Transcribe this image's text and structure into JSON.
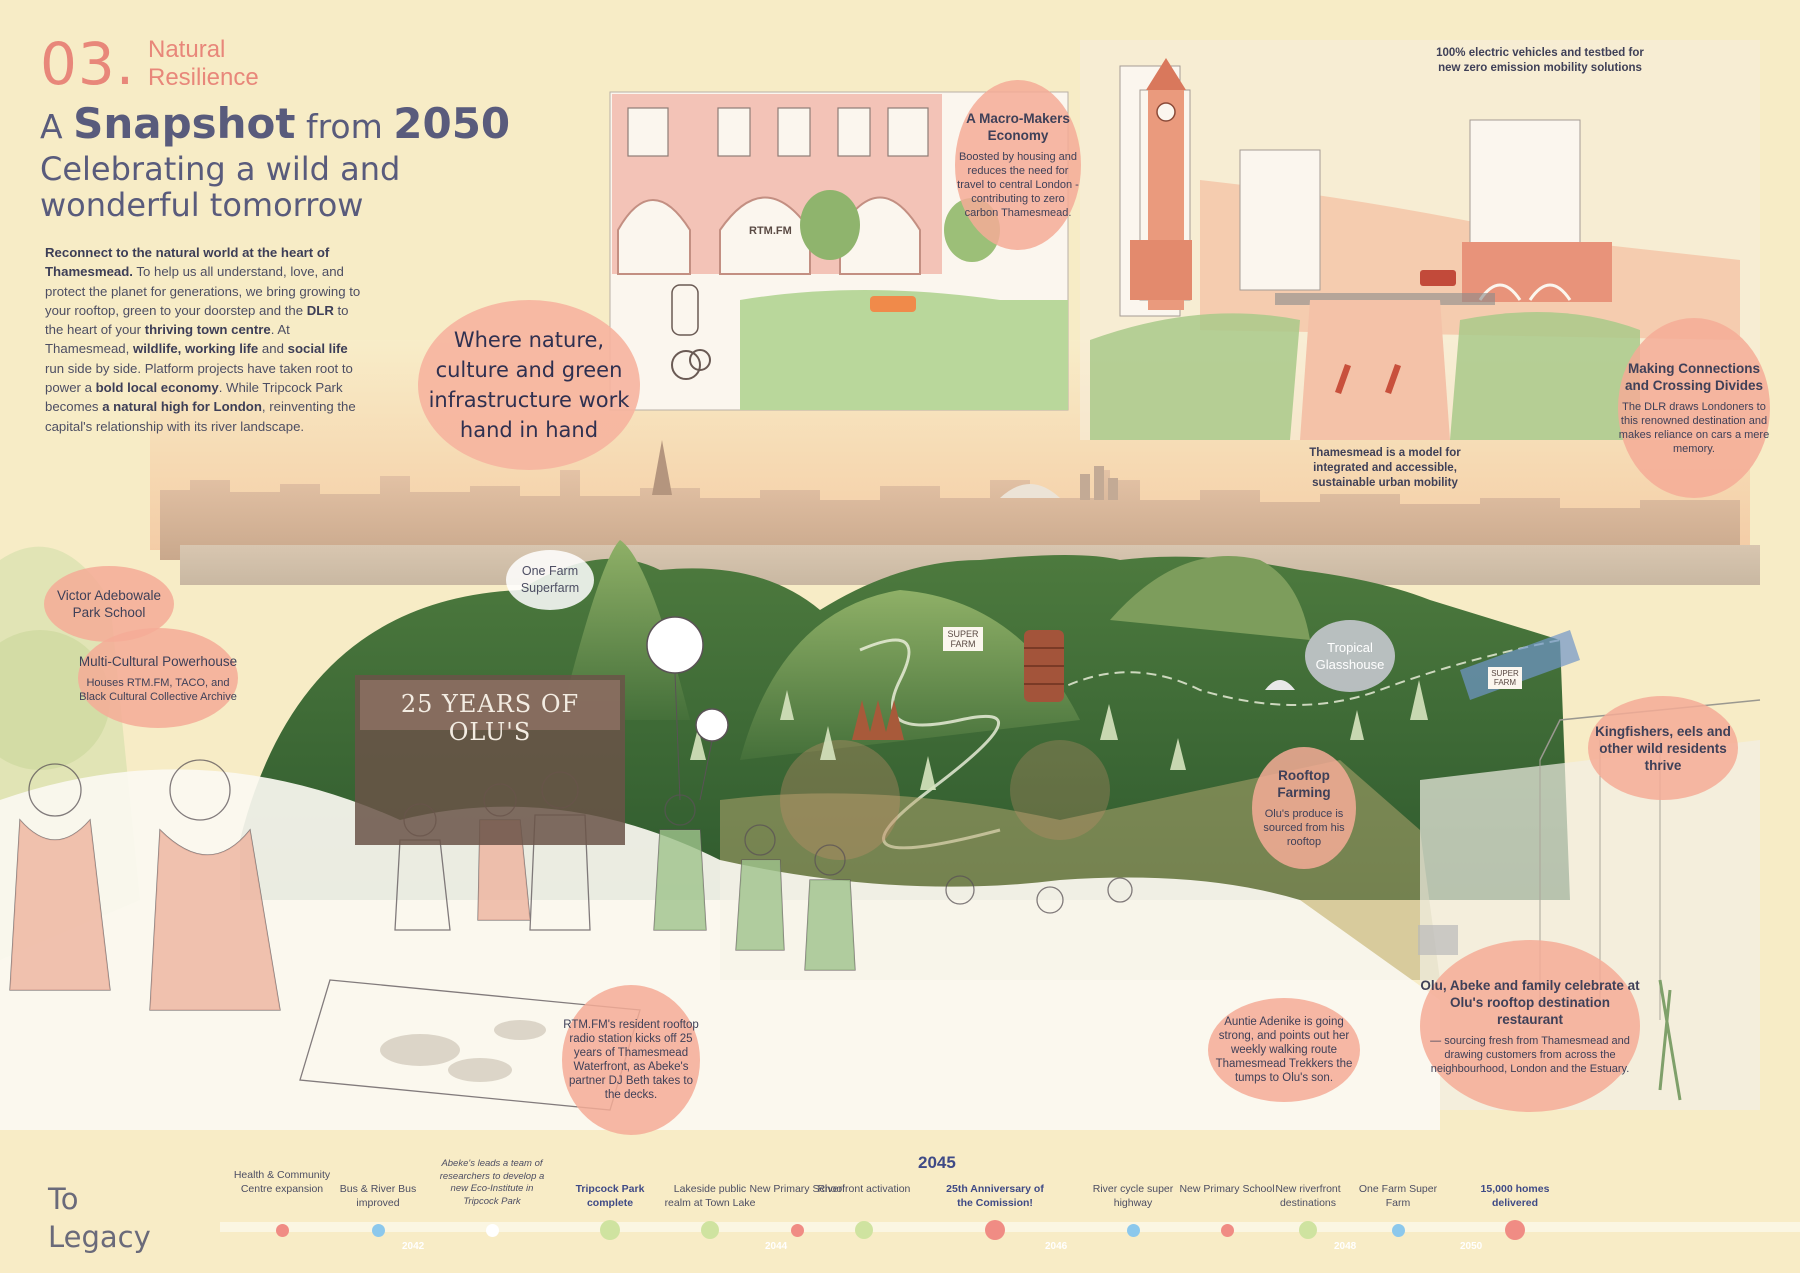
{
  "section": {
    "number": "03.",
    "title": "Natural Resilience"
  },
  "headline": {
    "part_a": "A ",
    "part_b": "Snapshot",
    "part_c": " from ",
    "part_d": "2050",
    "line2": "Celebrating a wild and",
    "line3": "wonderful tomorrow"
  },
  "intro": [
    {
      "t": "Reconnect to the natural world at the heart of Thamesmead.",
      "b": true
    },
    {
      "t": " To help us all understand, love, and protect the planet for generations, we bring growing to your rooftop, green to your doorstep and the ",
      "b": false
    },
    {
      "t": "DLR",
      "b": true
    },
    {
      "t": " to the heart of your ",
      "b": false
    },
    {
      "t": "thriving town centre",
      "b": true
    },
    {
      "t": ". At Thamesmead, ",
      "b": false
    },
    {
      "t": "wildlife, working life",
      "b": true
    },
    {
      "t": " and ",
      "b": false
    },
    {
      "t": "social life",
      "b": true
    },
    {
      "t": " run side by side. Platform projects have taken root to power a ",
      "b": false
    },
    {
      "t": "bold local economy",
      "b": true
    },
    {
      "t": ". While Tripcock Park becomes ",
      "b": false
    },
    {
      "t": "a natural high for London",
      "b": true
    },
    {
      "t": ", reinventing the capital's relationship with its river landscape.",
      "b": false
    }
  ],
  "quote": "Where nature, culture and green infrastructure work hand in hand",
  "bubbles": {
    "macro": {
      "title": "A Macro-Makers Economy",
      "body": "Boosted by housing and reduces the need for travel to central London - contributing to zero carbon Thamesmead."
    },
    "making": {
      "title": "Making Connections and Crossing Divides",
      "body": "The DLR draws Londoners to this renowned destination and makes reliance on cars a mere memory."
    },
    "victor": {
      "title": "Victor Adebowale Park School"
    },
    "multi": {
      "title": "Multi-Cultural Powerhouse",
      "body": "Houses RTM.FM, TACO, and Black Cultural Collective Archive"
    },
    "onefarm": {
      "title": "One Farm Superfarm"
    },
    "tropical": {
      "title": "Tropical Glasshouse"
    },
    "kingfishers": {
      "title": "Kingfishers, eels and other wild residents thrive"
    },
    "rooftop": {
      "title": "Rooftop Farming",
      "body": "Olu's produce is sourced from his rooftop"
    },
    "rtm": {
      "body": "RTM.FM's resident rooftop radio station kicks off 25 years of Thamesmead Waterfront, as Abeke's partner DJ Beth takes to the decks."
    },
    "auntie": {
      "body": "Auntie Adenike is going strong, and points out her weekly walking route Thamesmead Trekkers the tumps to Olu's son."
    },
    "olu": {
      "title": "Olu, Abeke and family celebrate at Olu's rooftop destination restaurant",
      "body": "— sourcing fresh from Thamesmead and drawing customers from across the neighbourhood, London and the Estuary."
    }
  },
  "notes": {
    "electric": "100% electric vehicles and testbed for new zero emission mobility solutions",
    "model": "Thamesmead is a model for integrated and accessible, sustainable urban mobility"
  },
  "signs": {
    "banner": "25 YEARS OF OLU'S",
    "rtm_sign": "RTM.FM",
    "superfarm_1": "SUPER FARM",
    "superfarm_2": "SUPER FARM"
  },
  "timeline": {
    "feature_year": "2045",
    "legacy_a": "To",
    "legacy_b": "Legacy",
    "ticks": [
      "2042",
      "2044",
      "2046",
      "2048",
      "2050"
    ],
    "events": [
      {
        "label": "Health & Community Centre expansion",
        "style": "normal",
        "color": "#f08c84"
      },
      {
        "label": "Bus & River Bus improved",
        "style": "normal",
        "color": "#8cc8ec"
      },
      {
        "label": "Abeke's leads a team of researchers to develop a new Eco-Institute in Tripcock Park",
        "style": "italic",
        "color": "#ffffff"
      },
      {
        "label": "Tripcock Park complete",
        "style": "bold",
        "color": "#cfe3a0"
      },
      {
        "label": "Lakeside public realm at Town Lake",
        "style": "normal",
        "color": "#cfe3a0"
      },
      {
        "label": "New Primary School",
        "style": "normal",
        "color": "#f08c84"
      },
      {
        "label": "Riverfront activation",
        "style": "normal",
        "color": "#cfe3a0"
      },
      {
        "label": "25th Anniversary of the Comission!",
        "style": "bold",
        "color": "#f08c84"
      },
      {
        "label": "River cycle super highway",
        "style": "normal",
        "color": "#8cc8ec"
      },
      {
        "label": "New Primary School",
        "style": "normal",
        "color": "#f08c84"
      },
      {
        "label": "New riverfront destinations",
        "style": "normal",
        "color": "#cfe3a0"
      },
      {
        "label": "One Farm Super Farm",
        "style": "normal",
        "color": "#8cc8ec"
      },
      {
        "label": "15,000 homes delivered",
        "style": "bold",
        "color": "#f08c84"
      }
    ]
  },
  "colors": {
    "background": "#f7ecc6",
    "accent": "#e8877a",
    "headline": "#595b7c",
    "bubble": "#f4ac96",
    "timeline_accent": "#3f4a86"
  }
}
